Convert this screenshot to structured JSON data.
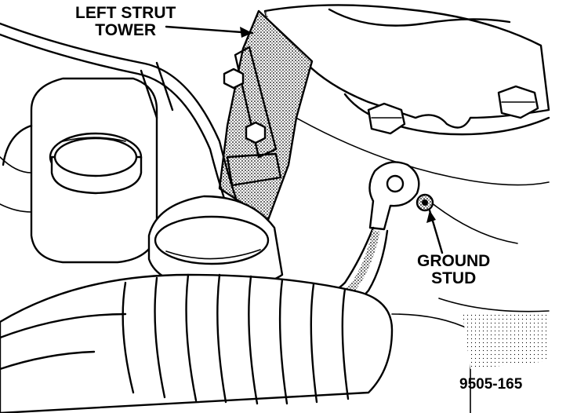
{
  "labels": {
    "strut_tower_line1": "LEFT STRUT",
    "strut_tower_line2": "TOWER",
    "ground_stud_line1": "GROUND",
    "ground_stud_line2": "STUD",
    "figure_number": "9505-165"
  }
}
